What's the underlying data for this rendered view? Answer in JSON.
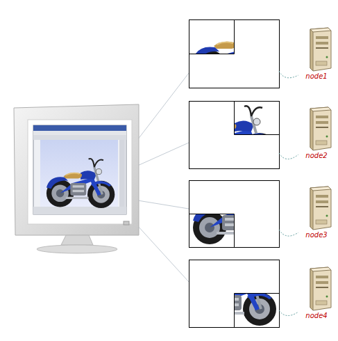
{
  "diagram": {
    "nodes": [
      {
        "text": [
          "node1"
        ]
      },
      {
        "text": [
          "node2"
        ]
      },
      {
        "text": [
          "node3"
        ]
      },
      {
        "text": [
          "node4"
        ]
      }
    ]
  }
}
